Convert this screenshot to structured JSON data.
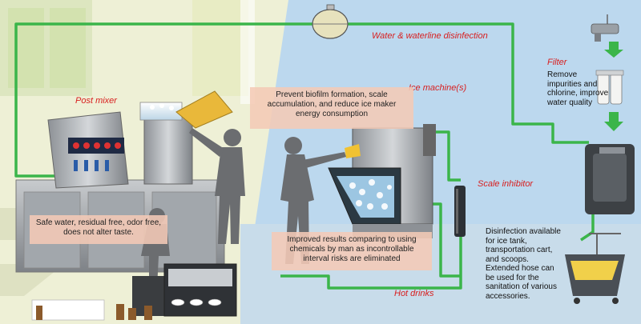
{
  "labels": {
    "water_disinfection": "Water & waterline disinfection",
    "filter": "Filter",
    "post_mixer": "Post mixer",
    "ice_machines": "Ice machine(s)",
    "scale_inhibitor": "Scale inhibitor",
    "hot_drinks": "Hot drinks"
  },
  "boxes": {
    "biofilm": "Prevent biofilm formation, scale accumulation, and reduce ice maker energy consumption",
    "safe_water": "Safe water, residual free, odor free, does not alter taste.",
    "improved_results": "Improved results comparing to using chemicals by man as incontrollable interval risks are eliminated"
  },
  "notes": {
    "filter_note": "Remove impurities and chlorine, improve water quality",
    "disinfection_note": "Disinfection available for ice tank, transportation cart, and scoops. Extended hose can be used for the sanitation of various accessories."
  },
  "colors": {
    "pipe": "#3bb54a",
    "label_red": "#d81e1e",
    "box_bg": "#f4c9b6",
    "left_bg": "#eef0d6",
    "right_bg": "#bcd8ee",
    "floor": "#d9e4ea"
  },
  "icons": [
    "tank-icon",
    "faucet-icon",
    "filter-cartridge-icon",
    "water-generator-icon",
    "ice-cart-icon",
    "scale-inhibitor-cylinder-icon"
  ]
}
